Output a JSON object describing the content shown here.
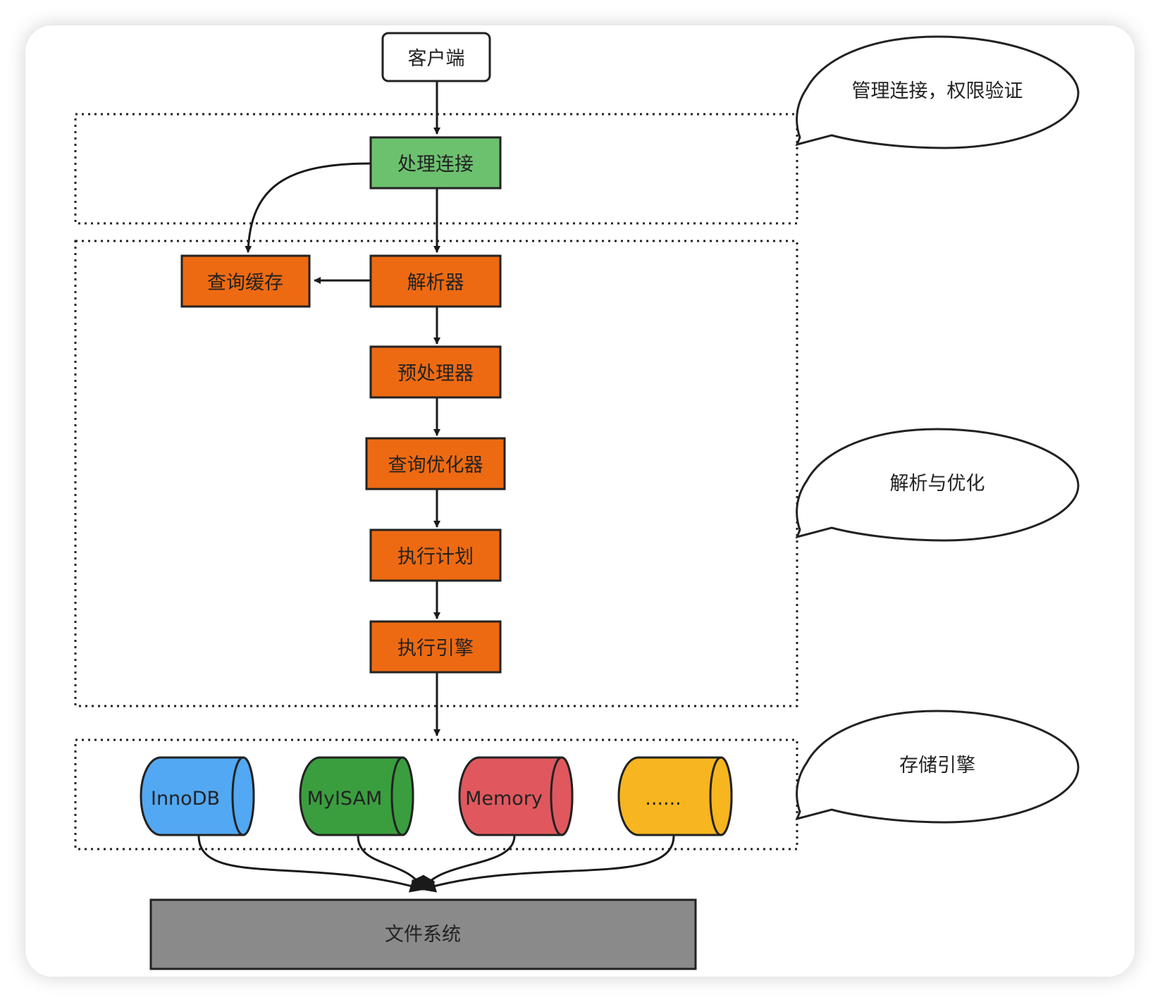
{
  "nodes": {
    "client": "客户端",
    "connection": "处理连接",
    "query_cache": "查询缓存",
    "parser": "解析器",
    "preprocessor": "预处理器",
    "optimizer": "查询优化器",
    "exec_plan": "执行计划",
    "exec_engine": "执行引擎",
    "filesystem": "文件系统"
  },
  "engines": {
    "innodb": "InnoDB",
    "myisam": "MyISAM",
    "memory": "Memory",
    "more": "......"
  },
  "callouts": {
    "connection": "管理连接，权限验证",
    "parse": "解析与优化",
    "storage": "存储引擎"
  },
  "colors": {
    "connection": "#6cc16e",
    "orange": "#ed6a12",
    "innodb": "#52a8f2",
    "myisam": "#3a9e3e",
    "memory": "#e0585e",
    "more": "#f7b51f",
    "filesystem": "#8a8a8a"
  }
}
